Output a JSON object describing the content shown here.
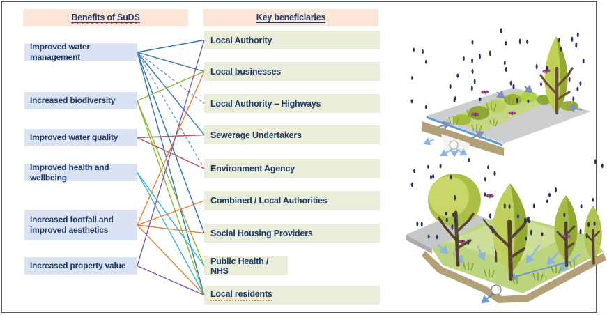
{
  "headers": {
    "benefits": "Benefits of SuDS",
    "beneficiaries": "Key beneficiaries"
  },
  "benefits": {
    "items": [
      {
        "label": "Improved water management"
      },
      {
        "label": "Increased biodiversity"
      },
      {
        "label": "Improved water quality"
      },
      {
        "label": "Improved health and wellbeing"
      },
      {
        "label": "Increased footfall and improved aesthetics"
      },
      {
        "label": "Increased property value"
      }
    ]
  },
  "beneficiaries": {
    "items": [
      {
        "label": "Local Authority"
      },
      {
        "label": "Local businesses"
      },
      {
        "label": "Local Authority – Highways"
      },
      {
        "label": "Sewerage Undertakers"
      },
      {
        "label": "Environment Agency"
      },
      {
        "label": "Combined / Local Authorities"
      },
      {
        "label": "Social Housing Providers"
      },
      {
        "label": "Public Health / NHS"
      },
      {
        "label": "Local residents"
      }
    ]
  },
  "connections": [
    {
      "from": 0,
      "to": 0,
      "style": "solid",
      "color": "#2e74b5"
    },
    {
      "from": 0,
      "to": 1,
      "style": "solid",
      "color": "#2e74b5"
    },
    {
      "from": 0,
      "to": 3,
      "style": "solid",
      "color": "#2e74b5"
    },
    {
      "from": 0,
      "to": 6,
      "style": "solid",
      "color": "#2e74b5"
    },
    {
      "from": 0,
      "to": 8,
      "style": "solid",
      "color": "#2e74b5"
    },
    {
      "from": 0,
      "to": 2,
      "style": "dashed",
      "color": "#5b9bd5"
    },
    {
      "from": 0,
      "to": 4,
      "style": "dashed",
      "color": "#5b9bd5"
    },
    {
      "from": 1,
      "to": 1,
      "style": "solid",
      "color": "#8cb63c"
    },
    {
      "from": 1,
      "to": 7,
      "style": "solid",
      "color": "#8cb63c"
    },
    {
      "from": 1,
      "to": 8,
      "style": "solid",
      "color": "#8cb63c"
    },
    {
      "from": 2,
      "to": 3,
      "style": "solid",
      "color": "#c0504d"
    },
    {
      "from": 2,
      "to": 4,
      "style": "solid",
      "color": "#c0504d"
    },
    {
      "from": 3,
      "to": 7,
      "style": "solid",
      "color": "#31b5d8"
    },
    {
      "from": 3,
      "to": 8,
      "style": "solid",
      "color": "#31b5d8"
    },
    {
      "from": 4,
      "to": 1,
      "style": "solid",
      "color": "#ed7d31"
    },
    {
      "from": 4,
      "to": 5,
      "style": "solid",
      "color": "#ed7d31"
    },
    {
      "from": 4,
      "to": 6,
      "style": "solid",
      "color": "#ed7d31"
    },
    {
      "from": 4,
      "to": 8,
      "style": "solid",
      "color": "#ed7d31"
    },
    {
      "from": 5,
      "to": 0,
      "style": "solid",
      "color": "#7e57ad"
    },
    {
      "from": 5,
      "to": 8,
      "style": "solid",
      "color": "#7e57ad"
    }
  ],
  "colors": {
    "header_bg": "#fbe5d6",
    "benefit_bg": "#dae3f3",
    "beneficiary_bg": "#e9edda",
    "text": "#1f3864",
    "rain": "#26355f",
    "frame_border": "#555a5e"
  }
}
